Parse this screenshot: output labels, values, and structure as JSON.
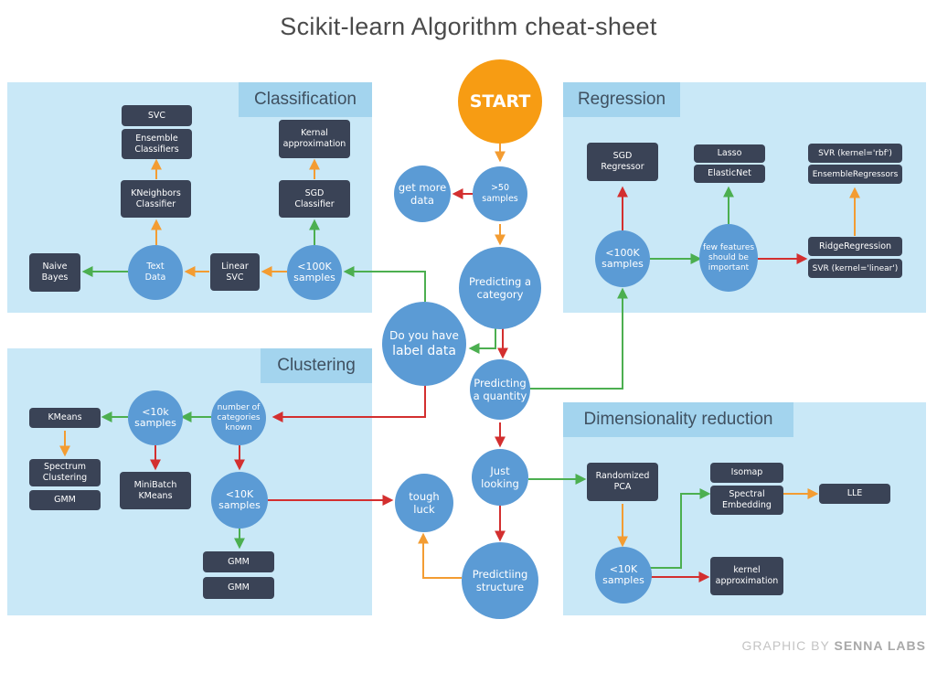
{
  "title": "Scikit-learn Algorithm cheat-sheet",
  "colors": {
    "panel": "#c9e8f7",
    "panel_title": "#a3d4ee",
    "box": "#3a4356",
    "circle": "#5b9bd5",
    "start": "#f79c13",
    "edge_yes": "#4caf50",
    "edge_no": "#d32f2f",
    "edge_alt": "#f39c32"
  },
  "panels": {
    "classification": "Classification",
    "regression": "Regression",
    "clustering": "Clustering",
    "dimensionality": "Dimensionality reduction"
  },
  "nodes": {
    "start": "START",
    "samples_50": ">50\nsamples",
    "get_more_data": "get more\ndata",
    "predicting_category": "Predicting a\ncategory",
    "label_data_q": "Do you have",
    "label_data": "label data",
    "predicting_quantity": "Predicting\na quantity",
    "just_looking": "Just\nlooking",
    "predicting_structure": "Predictiing\nstructure",
    "tough_luck": "tough\nluck",
    "cls_100k": "<100K\nsamples",
    "linear_svc": "Linear\nSVC",
    "text_data": "Text\nData",
    "naive_bayes": "Naive\nBayes",
    "kneighbors": "KNeighbors\nClassifier",
    "svc": "SVC",
    "ensemble_classifiers": "Ensemble\nClassifiers",
    "sgd_classifier": "SGD\nClassifier",
    "kernel_approx_cls": "Kernal\napproximation",
    "reg_100k": "<100K\nsamples",
    "sgd_regressor": "SGD\nRegressor",
    "few_features": "few features\nshould be\nimportant",
    "lasso": "Lasso",
    "elasticnet": "ElasticNet",
    "ridge": "RidgeRegression",
    "svr_linear": "SVR (kernel='linear')",
    "svr_rbf": "SVR (kernel='rbf')",
    "ensemble_regressors": "EnsembleRegressors",
    "num_categories": "number of\ncategories\nknown",
    "clu_10k_a": "<10k\nsamples",
    "kmeans": "KMeans",
    "spectrum_clustering": "Spectrum\nClustering",
    "gmm_a": "GMM",
    "minibatch": "MiniBatch\nKMeans",
    "clu_10k_b": "<10K\nsamples",
    "gmm_b": "GMM",
    "gmm_c": "GMM",
    "randomized_pca": "Randomized\nPCA",
    "dim_10k": "<10K\nsamples",
    "isomap": "Isomap",
    "spectral_embedding": "Spectral\nEmbedding",
    "lle": "LLE",
    "kernel_approx_dim": "kernel\napproximation"
  },
  "credit": {
    "prefix": "GRAPHIC BY ",
    "brand": "SENNA LABS"
  }
}
